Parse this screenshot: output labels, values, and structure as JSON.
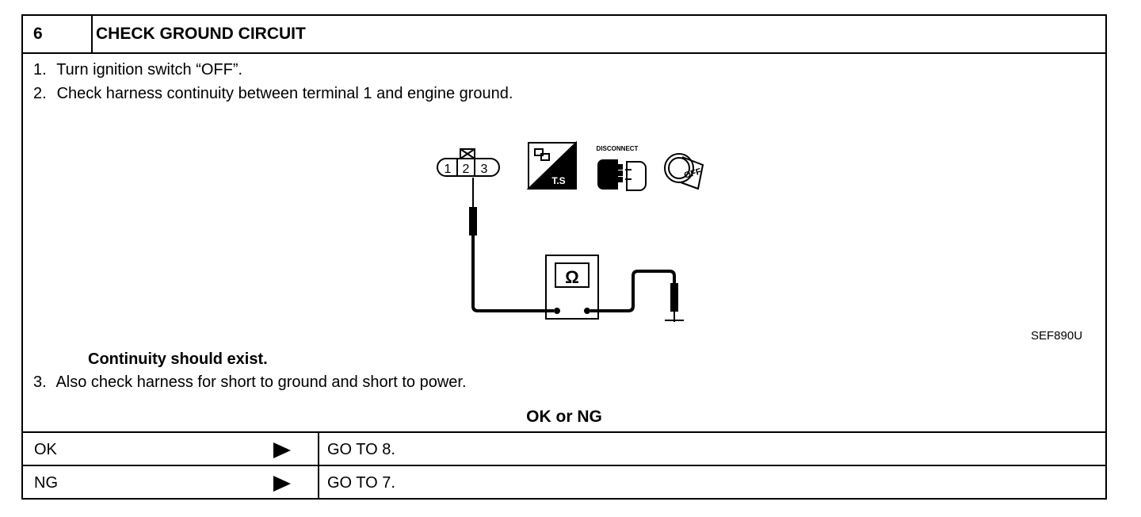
{
  "header": {
    "step_number": "6",
    "title": "CHECK GROUND CIRCUIT"
  },
  "instructions": [
    {
      "num": "1.",
      "text": "Turn ignition switch “OFF”."
    },
    {
      "num": "2.",
      "text": "Check harness continuity between terminal 1 and engine ground."
    }
  ],
  "figure": {
    "connector_terminals": [
      "1",
      "2",
      "3"
    ],
    "ts_icon_label": "T.S",
    "disconnect_label": "DISCONNECT",
    "ignition_label": "OFF",
    "meter_symbol": "Ω",
    "code": "SEF890U"
  },
  "expected": "Continuity should exist.",
  "extra_step": {
    "num": "3.",
    "text": "Also check harness for short to ground and short to power."
  },
  "decision_label": "OK or NG",
  "results": [
    {
      "key": "OK",
      "action": "GO TO 8."
    },
    {
      "key": "NG",
      "action": "GO TO 7."
    }
  ]
}
